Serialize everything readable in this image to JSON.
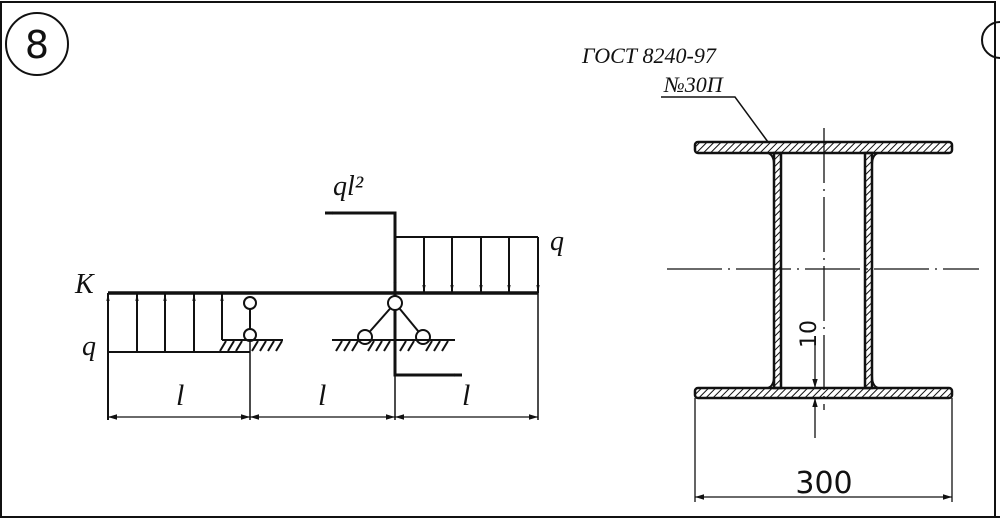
{
  "problem_number": "8",
  "beam": {
    "point_label": "K",
    "moment_label": "ql²",
    "load_left_label": "q",
    "load_right_label": "q",
    "span_labels": [
      "l",
      "l",
      "l"
    ]
  },
  "section": {
    "standard": "ГОСТ 8240-97",
    "profile": "№30П",
    "gap_dimension": "10",
    "width_dimension": "300"
  }
}
